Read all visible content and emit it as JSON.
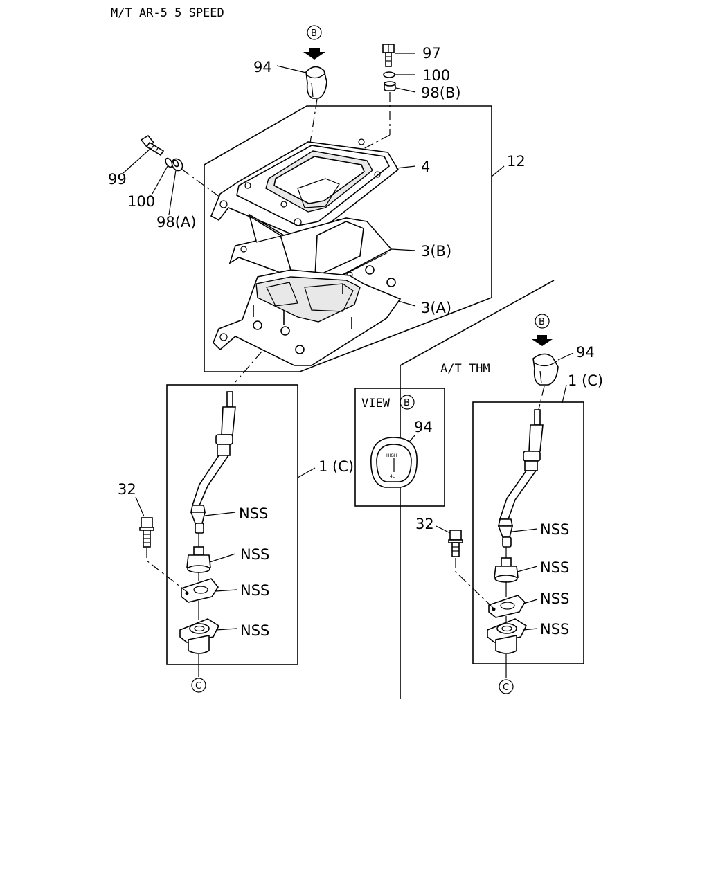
{
  "titles": {
    "mt": "M/T AR-5 5 SPEED",
    "at": "A/T THM"
  },
  "view_box": {
    "label": "VIEW",
    "letter": "B",
    "part": "94",
    "knob_top": "HIGH",
    "knob_bottom": "4L"
  },
  "callouts": {
    "b_mt": "B",
    "b_at": "B",
    "c_mt": "C",
    "c_at": "C",
    "p94_mt": "94",
    "p97": "97",
    "p100_top": "100",
    "p98b": "98(B)",
    "p99": "99",
    "p100_left": "100",
    "p98a": "98(A)",
    "p4": "4",
    "p12": "12",
    "p3b": "3(B)",
    "p3a": "3(A)",
    "p1c_mt": "1 (C)",
    "p32_mt": "32",
    "nss_mt_1": "NSS",
    "nss_mt_2": "NSS",
    "nss_mt_3": "NSS",
    "nss_mt_4": "NSS",
    "p94_at": "94",
    "p1c_at": "1 (C)",
    "p32_at": "32",
    "nss_at_1": "NSS",
    "nss_at_2": "NSS",
    "nss_at_3": "NSS",
    "nss_at_4": "NSS"
  }
}
